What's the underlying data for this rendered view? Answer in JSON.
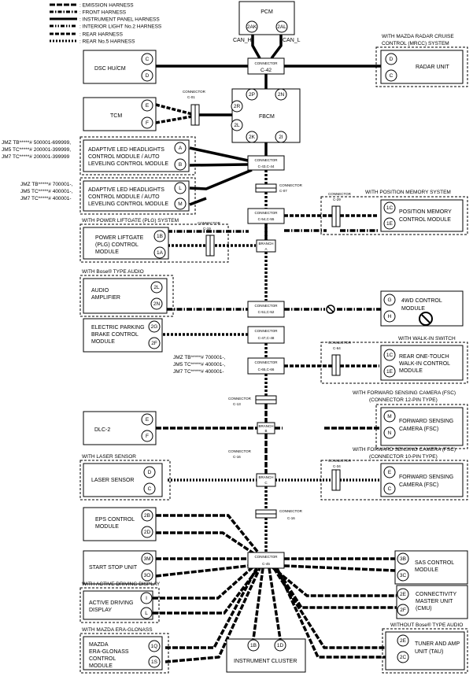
{
  "legend": {
    "emission": ": EMISSION HARNESS",
    "front": ": FRONT HARNESS",
    "instrument": ": INSTRUMENT PANEL HARNESS",
    "interior": ": INTERIOR LIGHT No.2 HARNESS",
    "rear": ": REAR HARNESS",
    "rear5": ": REAR No.5 HARNESS"
  },
  "pcm": {
    "name": "PCM",
    "pin_h": "2AK",
    "pin_l": "2AL",
    "can_h": "CAN_H",
    "can_l": "CAN_L"
  },
  "dsc": {
    "name": "DSC HU/CM",
    "p1": "C",
    "p2": "D"
  },
  "radar": {
    "condition_1": "WITH MAZDA RADAR CRUISE",
    "condition_2": "CONTROL (MRCC) SYSTEM",
    "name": "RADAR UNIT",
    "p1": "D",
    "p2": "C"
  },
  "tcm": {
    "name": "TCM",
    "p1": "E",
    "p2": "F"
  },
  "fbcm": {
    "name": "FBCM",
    "p_2p": "2P",
    "p_2n": "2N",
    "p_2r": "2R",
    "p_2l": "2L",
    "p_2k": "2K",
    "p_2i": "2I"
  },
  "vin_a": {
    "l1": "JMZ TB*****# 500001-699999,",
    "l2": "JM5 TC*****# 200001-399999,",
    "l3": "JM7 TC*****# 200001-399999"
  },
  "vin_b": {
    "l1": "JMZ TB*****# 700001-,",
    "l2": "JM5 TC*****# 400001-,",
    "l3": "JM7 TC*****# 400001-"
  },
  "vin_c": {
    "l1": "JMZ TB*****# 700001-,",
    "l2": "JM5 TC*****# 400001-,",
    "l3": "JM7 TC*****# 400001-"
  },
  "alh1": {
    "l1": "ADAPTIVE LED HEADLIGHTS",
    "l2": "CONTROL MODULE / AUTO",
    "l3": "LEVELING CONTROL MODULE",
    "p1": "A",
    "p2": "B"
  },
  "alh2": {
    "l1": "ADAPTIVE LED HEADLIGHTS",
    "l2": "CONTROL MODULE / AUTO",
    "l3": "LEVELING CONTROL MODULE",
    "p1": "L",
    "p2": "M"
  },
  "posmem": {
    "condition": "WITH POSITION MEMORY SYSTEM",
    "l1": "POSITION MEMORY",
    "l2": "CONTROL MODULE",
    "p1": "1C",
    "p2": "1E"
  },
  "plg": {
    "condition": "WITH POWER LIFTGATE (PLG) SYSTEM",
    "l1": "POWER LIFTGATE",
    "l2": "(PLG) CONTROL",
    "l3": "MODULE",
    "p1": "1B",
    "p2": "1A"
  },
  "audio": {
    "condition": "WITH Bose® TYPE AUDIO",
    "l1": "AUDIO",
    "l2": "AMPLIFIER",
    "p1": "2L",
    "p2": "2N"
  },
  "fourwd": {
    "l1": "4WD CONTROL",
    "l2": "MODULE",
    "p1": "G",
    "p2": "H"
  },
  "epb": {
    "l1": "ELECTRIC PARKING",
    "l2": "BRAKE CONTROL",
    "l3": "MODULE",
    "p1": "2G",
    "p2": "2F"
  },
  "walkin": {
    "condition": "WITH WALK-IN SWITCH",
    "l1": "REAR ONE-TOUCH",
    "l2": "WALK-IN CONTROL",
    "l3": "MODULE",
    "p1": "1C",
    "p2": "1E"
  },
  "fsc12": {
    "condition_1": "WITH FORWARD SENSING CAMERA (FSC)",
    "condition_2": "(CONNECTOR 12-PIN TYPE)",
    "l1": "FORWARD SENSING",
    "l2": "CAMERA (FSC)",
    "p1": "M",
    "p2": "N"
  },
  "dlc": {
    "name": "DLC-2",
    "p1": "E",
    "p2": "F"
  },
  "fsc10": {
    "condition_1": "WITH FORWARD SENSING CAMERA (FSC)",
    "condition_2": "(CONNECTOR 10-PIN TYPE)",
    "l1": "FORWARD SENSING",
    "l2": "CAMERA (FSC)",
    "p1": "E",
    "p2": "C"
  },
  "laser": {
    "condition": "WITH LASER SENSOR",
    "name": "LASER SENSOR",
    "p1": "D",
    "p2": "C"
  },
  "eps": {
    "l1": "EPS CONTROL",
    "l2": "MODULE",
    "p1": "2B",
    "p2": "2D"
  },
  "startstop": {
    "name": "START STOP UNIT",
    "p1": "3M",
    "p2": "3O"
  },
  "sas": {
    "l1": "SAS CONTROL",
    "l2": "MODULE",
    "p1": "3B",
    "p2": "3C"
  },
  "add": {
    "condition": "WITH ACTIVE DRIVING DISPLAY",
    "l1": "ACTIVE DRIVING",
    "l2": "DISPLAY",
    "p1": "I",
    "p2": "L"
  },
  "cmu": {
    "l1": "CONNECTIVITY",
    "l2": "MASTER UNIT",
    "l3": "(CMU)",
    "p1": "2E",
    "p2": "2F"
  },
  "era": {
    "condition": "WITH MAZDA ERA-GLONASS",
    "l1": "MAZDA",
    "l2": "ERA-GLONASS",
    "l3": "CONTROL",
    "l4": "MODULE",
    "p1": "1Q",
    "p2": "1S"
  },
  "cluster": {
    "name": "INSTRUMENT CLUSTER",
    "p1": "1B",
    "p2": "1D"
  },
  "tau": {
    "condition": "WITHOUT Bose® TYPE AUDIO",
    "l1": "TUNER AND AMP",
    "l2": "UNIT (TAU)",
    "p1": "2E",
    "p2": "2C"
  },
  "connectors": {
    "word": "CONNECTOR",
    "c42": "C-42",
    "c01": "C-01",
    "c4344": "C-43,C-44",
    "c07": "C-07",
    "c5455": "C-54,C-55",
    "c29": "C-29",
    "c19": "C-19",
    "c5152": "C-51,C-52",
    "c4748": "C-47,C-48",
    "c64": "C-64",
    "c6566": "C-65,C-66",
    "c13": "C-13",
    "c16": "C-16",
    "c34": "C-34",
    "c45": "C-45",
    "branch": "BRANCH",
    "branch_a": "A",
    "branch_b": "B",
    "branch_c": "C"
  }
}
